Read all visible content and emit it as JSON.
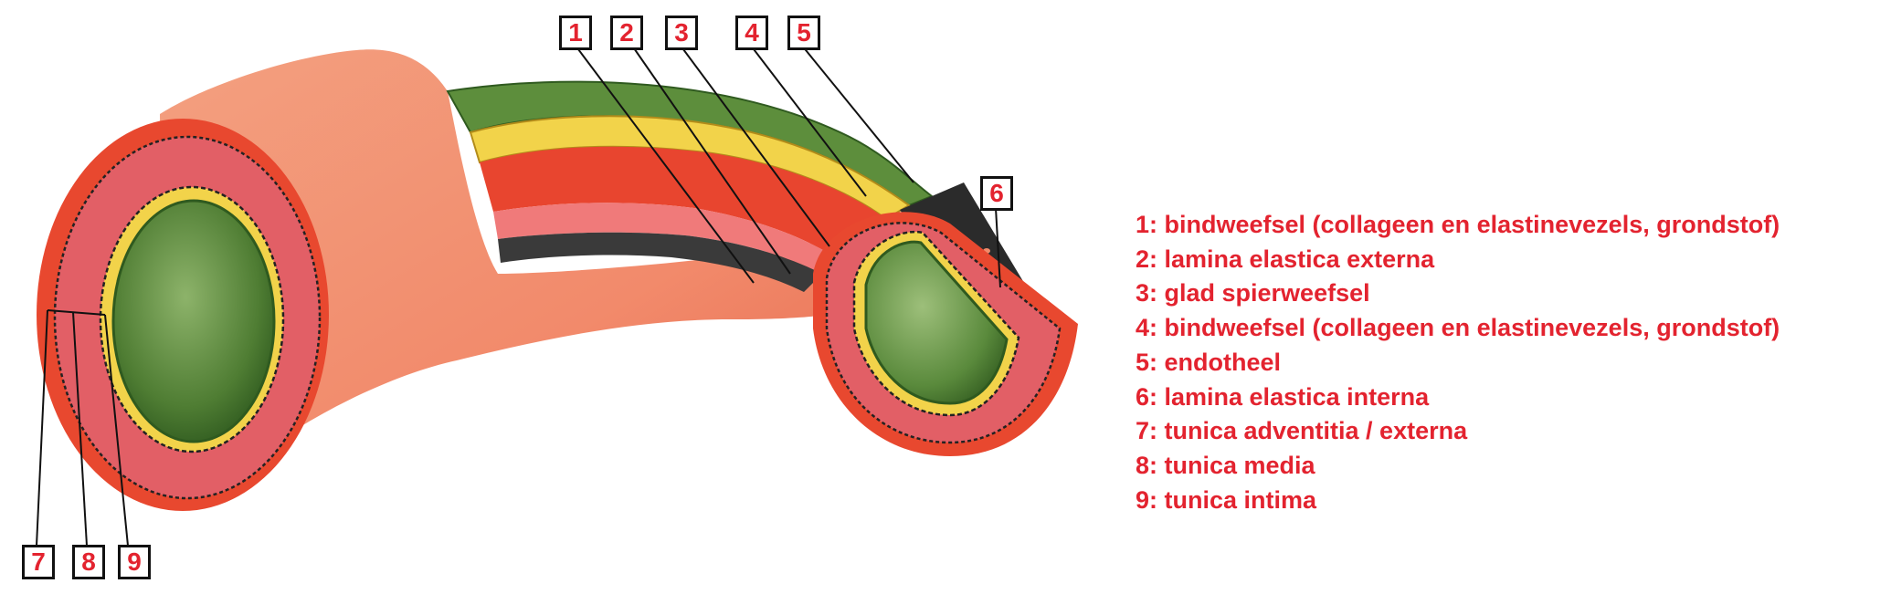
{
  "labels": [
    "1",
    "2",
    "3",
    "4",
    "5",
    "6",
    "7",
    "8",
    "9"
  ],
  "legend": [
    "1: bindweefsel (collageen en elastinevezels, grondstof)",
    "2: lamina elastica externa",
    "3: glad spierweefsel",
    "4: bindweefsel (collageen en elastinevezels, grondstof)",
    "5: endotheel",
    "6: lamina elastica interna",
    "7: tunica adventitia / externa",
    "8: tunica media",
    "9: tunica intima"
  ],
  "colors": {
    "label_text": "#e3232f",
    "adventitia": "#e8482f",
    "media": "#e25f66",
    "intima_yellow": "#f2d34a",
    "lumen_green": "#4f7d33",
    "outer_surface": "#f08a6a",
    "elastica": "#3a3a3a"
  }
}
